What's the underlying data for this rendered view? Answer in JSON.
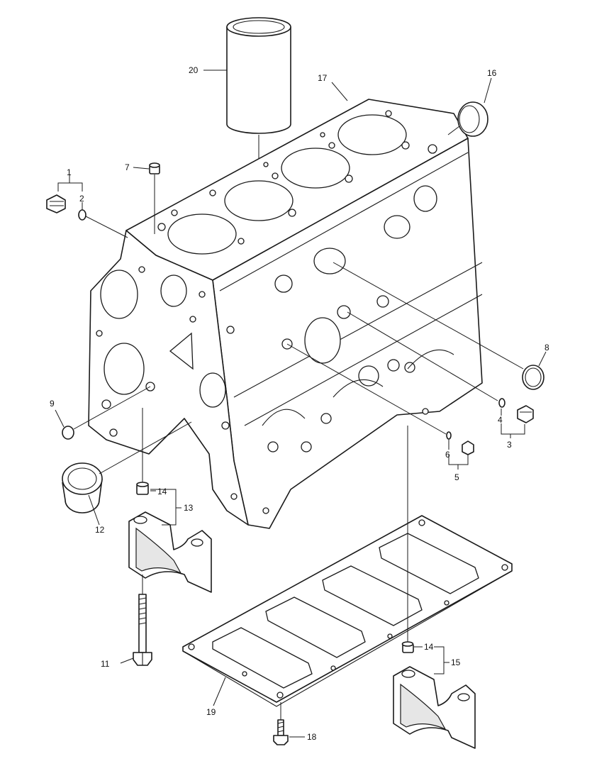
{
  "diagram": {
    "callouts": [
      {
        "id": "c1",
        "label": "1"
      },
      {
        "id": "c2",
        "label": "2"
      },
      {
        "id": "c3",
        "label": "3"
      },
      {
        "id": "c4",
        "label": "4"
      },
      {
        "id": "c5",
        "label": "5"
      },
      {
        "id": "c6",
        "label": "6"
      },
      {
        "id": "c7",
        "label": "7"
      },
      {
        "id": "c8",
        "label": "8"
      },
      {
        "id": "c9",
        "label": "9"
      },
      {
        "id": "c11",
        "label": "11"
      },
      {
        "id": "c12",
        "label": "12"
      },
      {
        "id": "c13",
        "label": "13"
      },
      {
        "id": "c14a",
        "label": "14"
      },
      {
        "id": "c14b",
        "label": "14"
      },
      {
        "id": "c15",
        "label": "15"
      },
      {
        "id": "c16",
        "label": "16"
      },
      {
        "id": "c17",
        "label": "17"
      },
      {
        "id": "c18",
        "label": "18"
      },
      {
        "id": "c19",
        "label": "19"
      },
      {
        "id": "c20",
        "label": "20"
      }
    ]
  }
}
